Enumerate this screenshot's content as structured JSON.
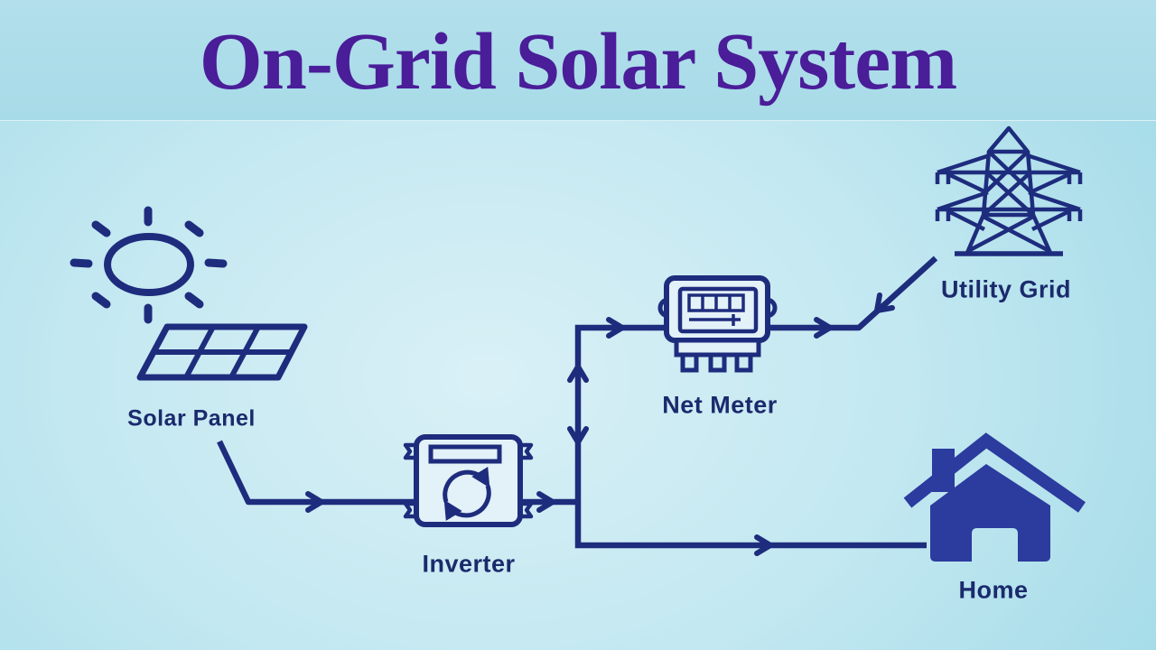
{
  "title": {
    "text": "On-Grid Solar System"
  },
  "colors": {
    "title": "#4a1d99",
    "line": "#1e2c7d",
    "label": "#1b2a6c",
    "home_fill": "#2b3b9e",
    "bg_band": "#abdcea",
    "panel_fill": "#e3f1f8"
  },
  "nodes": {
    "solar_panel": {
      "label": "Solar Panel"
    },
    "inverter": {
      "label": "Inverter"
    },
    "net_meter": {
      "label": "Net Meter"
    },
    "utility_grid": {
      "label": "Utility Grid"
    },
    "home": {
      "label": "Home"
    }
  },
  "flows": [
    {
      "from": "Solar Panel",
      "to": "Inverter"
    },
    {
      "from": "Inverter",
      "to": "Net Meter"
    },
    {
      "from": "Net Meter",
      "to": "Utility Grid",
      "bidirectional": true
    },
    {
      "from": "Inverter",
      "to": "Home"
    }
  ]
}
